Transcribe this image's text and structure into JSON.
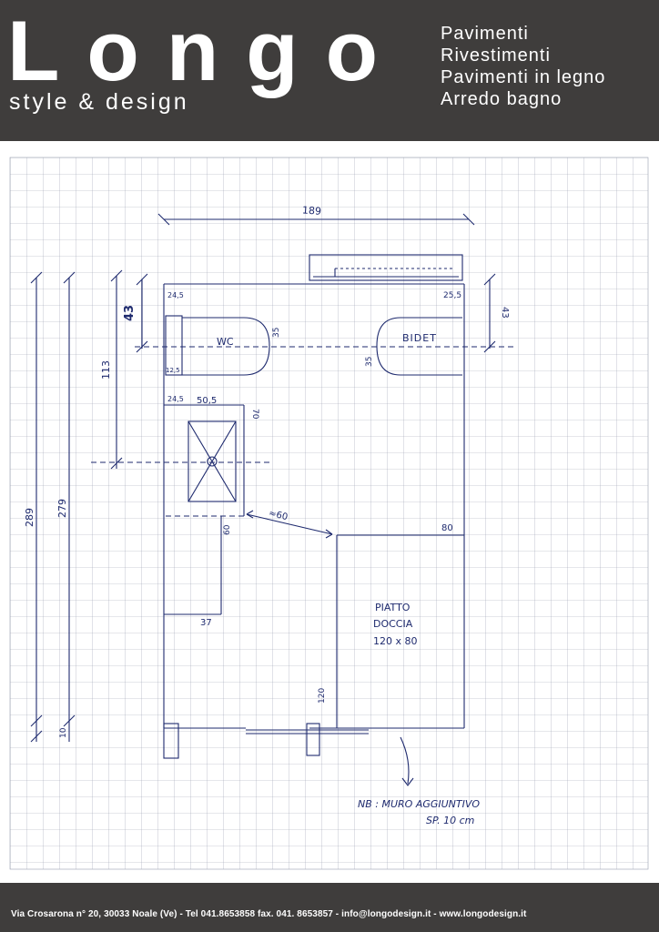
{
  "header": {
    "logo": "Longo",
    "tagline": "style & design",
    "services": [
      "Pavimenti",
      "Rivestimenti",
      "Pavimenti in legno",
      "Arredo bagno"
    ]
  },
  "drawing": {
    "labels": {
      "dim_189": "189",
      "dim_43_left": "43",
      "dim_43_right": "43",
      "dim_113": "113",
      "dim_289": "289",
      "dim_279": "279",
      "dim_10": "10",
      "dim_245_a": "24,5",
      "dim_125": "12,5",
      "dim_255": "25,5",
      "dim_35_wc": "35",
      "dim_35_bidet": "35",
      "dim_245_b": "24,5",
      "dim_505": "50,5",
      "dim_70": "70",
      "dim_60_diag": "≈60",
      "dim_60": "60",
      "dim_80": "80",
      "dim_37": "37",
      "dim_120": "120",
      "wc": "WC",
      "bidet": "BIDET",
      "piatto_1": "PIATTO",
      "piatto_2": "DOCCIA",
      "piatto_3": "120 x 80",
      "note_1": "NB : MURO AGGIUNTIVO",
      "note_2": "SP. 10 cm"
    }
  },
  "footer": {
    "contact": "Via Crosarona n° 20, 30033 Noale (Ve) - Tel 041.8653858  fax. 041. 8653857 - info@longodesign.it  -  www.longodesign.it"
  }
}
